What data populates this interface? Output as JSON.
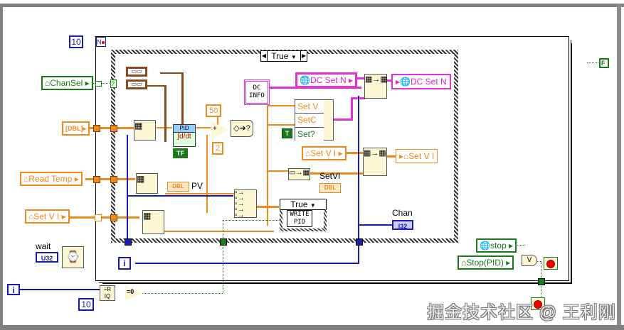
{
  "diagram": {
    "while_loop": {
      "iteration_terminal": "i",
      "count_constant": "10"
    },
    "case_structure": {
      "selector_value": "True",
      "inner_case_selector": "True",
      "inner_case_content": "WRITE PID"
    },
    "controls": {
      "chan_sel": "ChanSel",
      "dbl_input": "DBL",
      "read_temp": "Read Temp",
      "set_vi_input": "Set V I",
      "wait_label": "wait",
      "wait_type": "U32",
      "stop_global": "stop",
      "stop_pid": "Stop(PID)",
      "false_constant": "F"
    },
    "constants": {
      "fifty": "50",
      "two": "2",
      "ten_bottom": "10",
      "true_const": "T",
      "tf_const": "TF"
    },
    "nodes": {
      "pid": "PID",
      "dc_info": "DC INFO",
      "bundle_fields": [
        "Set V",
        "SetC",
        "Set?"
      ],
      "pv_label": "PV",
      "pv_type": "DBL",
      "setvi_label": "SetVI",
      "setvi_type": "DBL",
      "chan_label": "Chan",
      "chan_type": "I32",
      "quotient_label": "R IQ",
      "equal_zero": "=0",
      "or_gate": "V",
      "add": "+"
    },
    "globals": {
      "dc_set_n_read": "DC Set N",
      "dc_set_n_write": "DC Set N",
      "set_vi_read": "Set V I",
      "set_vi_write": "Set V I"
    },
    "outer_iteration": "i",
    "watermark": "掘金技术社区 @ 王利刚"
  }
}
